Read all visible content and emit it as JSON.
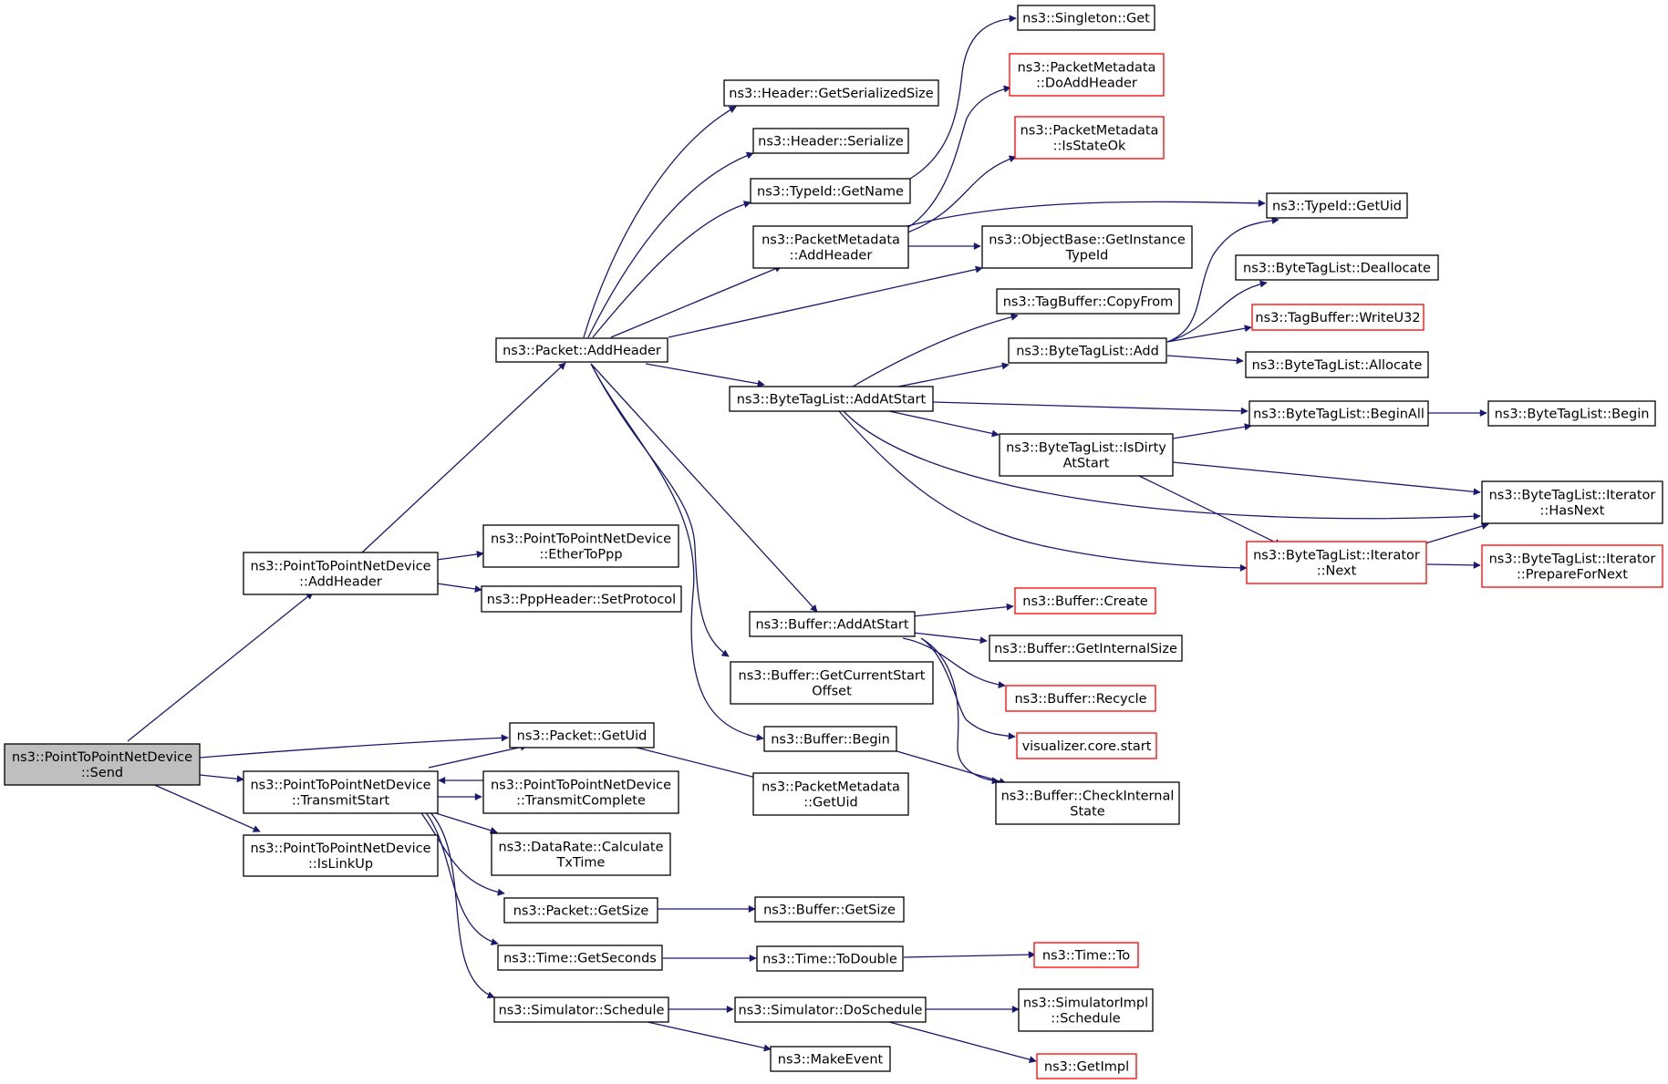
{
  "colors": {
    "edge": "#191970",
    "normal_border": "#000000",
    "truncated_border": "#ff0000",
    "root_fill": "#bfbfbf",
    "node_fill": "#ffffff"
  },
  "nodes": [
    {
      "id": "send",
      "lines": [
        "ns3::PointToPointNetDevice",
        "::Send"
      ],
      "style": "root"
    },
    {
      "id": "p2p_addheader",
      "lines": [
        "ns3::PointToPointNetDevice",
        "::AddHeader"
      ],
      "style": "normal"
    },
    {
      "id": "transmitstart",
      "lines": [
        "ns3::PointToPointNetDevice",
        "::TransmitStart"
      ],
      "style": "normal"
    },
    {
      "id": "islinkup",
      "lines": [
        "ns3::PointToPointNetDevice",
        "::IsLinkUp"
      ],
      "style": "normal"
    },
    {
      "id": "packet_addheader",
      "lines": [
        "ns3::Packet::AddHeader"
      ],
      "style": "normal"
    },
    {
      "id": "ethertoppp",
      "lines": [
        "ns3::PointToPointNetDevice",
        "::EtherToPpp"
      ],
      "style": "normal"
    },
    {
      "id": "setprotocol",
      "lines": [
        "ns3::PppHeader::SetProtocol"
      ],
      "style": "normal"
    },
    {
      "id": "packet_getuid",
      "lines": [
        "ns3::Packet::GetUid"
      ],
      "style": "normal"
    },
    {
      "id": "transmitcomplete",
      "lines": [
        "ns3::PointToPointNetDevice",
        "::TransmitComplete"
      ],
      "style": "normal"
    },
    {
      "id": "calculatetxtime",
      "lines": [
        "ns3::DataRate::Calculate",
        "TxTime"
      ],
      "style": "normal"
    },
    {
      "id": "packet_getsize",
      "lines": [
        "ns3::Packet::GetSize"
      ],
      "style": "normal"
    },
    {
      "id": "time_getseconds",
      "lines": [
        "ns3::Time::GetSeconds"
      ],
      "style": "normal"
    },
    {
      "id": "sim_schedule",
      "lines": [
        "ns3::Simulator::Schedule"
      ],
      "style": "normal"
    },
    {
      "id": "hdr_getserializedsize",
      "lines": [
        "ns3::Header::GetSerializedSize"
      ],
      "style": "normal"
    },
    {
      "id": "hdr_serialize",
      "lines": [
        "ns3::Header::Serialize"
      ],
      "style": "normal"
    },
    {
      "id": "typeid_getname",
      "lines": [
        "ns3::TypeId::GetName"
      ],
      "style": "normal"
    },
    {
      "id": "pm_addheader",
      "lines": [
        "ns3::PacketMetadata",
        "::AddHeader"
      ],
      "style": "normal"
    },
    {
      "id": "btl_addatstart",
      "lines": [
        "ns3::ByteTagList::AddAtStart"
      ],
      "style": "normal"
    },
    {
      "id": "buf_addatstart",
      "lines": [
        "ns3::Buffer::AddAtStart"
      ],
      "style": "normal"
    },
    {
      "id": "buf_getcurrentstartoffset",
      "lines": [
        "ns3::Buffer::GetCurrentStart",
        "Offset"
      ],
      "style": "normal"
    },
    {
      "id": "buf_begin",
      "lines": [
        "ns3::Buffer::Begin"
      ],
      "style": "normal"
    },
    {
      "id": "pm_getuid",
      "lines": [
        "ns3::PacketMetadata",
        "::GetUid"
      ],
      "style": "normal"
    },
    {
      "id": "buf_getsize",
      "lines": [
        "ns3::Buffer::GetSize"
      ],
      "style": "normal"
    },
    {
      "id": "time_todouble",
      "lines": [
        "ns3::Time::ToDouble"
      ],
      "style": "normal"
    },
    {
      "id": "sim_doschedule",
      "lines": [
        "ns3::Simulator::DoSchedule"
      ],
      "style": "normal"
    },
    {
      "id": "makeevent",
      "lines": [
        "ns3::MakeEvent"
      ],
      "style": "normal"
    },
    {
      "id": "singleton_get",
      "lines": [
        "ns3::Singleton::Get"
      ],
      "style": "normal"
    },
    {
      "id": "pm_doaddheader",
      "lines": [
        "ns3::PacketMetadata",
        "::DoAddHeader"
      ],
      "style": "truncated"
    },
    {
      "id": "pm_isstateok",
      "lines": [
        "ns3::PacketMetadata",
        "::IsStateOk"
      ],
      "style": "truncated"
    },
    {
      "id": "objectbase_getinstancetypeid",
      "lines": [
        "ns3::ObjectBase::GetInstance",
        "TypeId"
      ],
      "style": "normal"
    },
    {
      "id": "tagbuffer_copyfrom",
      "lines": [
        "ns3::TagBuffer::CopyFrom"
      ],
      "style": "normal"
    },
    {
      "id": "btl_add",
      "lines": [
        "ns3::ByteTagList::Add"
      ],
      "style": "normal"
    },
    {
      "id": "btl_isdirtyatstart",
      "lines": [
        "ns3::ByteTagList::IsDirty",
        "AtStart"
      ],
      "style": "normal"
    },
    {
      "id": "buf_create",
      "lines": [
        "ns3::Buffer::Create"
      ],
      "style": "truncated"
    },
    {
      "id": "buf_getinternalsize",
      "lines": [
        "ns3::Buffer::GetInternalSize"
      ],
      "style": "normal"
    },
    {
      "id": "buf_recycle",
      "lines": [
        "ns3::Buffer::Recycle"
      ],
      "style": "truncated"
    },
    {
      "id": "visualizer_start",
      "lines": [
        "visualizer.core.start"
      ],
      "style": "truncated"
    },
    {
      "id": "buf_checkinternalstate",
      "lines": [
        "ns3::Buffer::CheckInternal",
        "State"
      ],
      "style": "normal"
    },
    {
      "id": "time_to",
      "lines": [
        "ns3::Time::To"
      ],
      "style": "truncated"
    },
    {
      "id": "simimpl_schedule",
      "lines": [
        "ns3::SimulatorImpl",
        "::Schedule"
      ],
      "style": "normal"
    },
    {
      "id": "getimpl",
      "lines": [
        "ns3::GetImpl"
      ],
      "style": "truncated"
    },
    {
      "id": "typeid_getuid",
      "lines": [
        "ns3::TypeId::GetUid"
      ],
      "style": "normal"
    },
    {
      "id": "btl_deallocate",
      "lines": [
        "ns3::ByteTagList::Deallocate"
      ],
      "style": "normal"
    },
    {
      "id": "tagbuffer_writeu32",
      "lines": [
        "ns3::TagBuffer::WriteU32"
      ],
      "style": "truncated"
    },
    {
      "id": "btl_allocate",
      "lines": [
        "ns3::ByteTagList::Allocate"
      ],
      "style": "normal"
    },
    {
      "id": "btl_beginall",
      "lines": [
        "ns3::ByteTagList::BeginAll"
      ],
      "style": "normal"
    },
    {
      "id": "btl_iter_next",
      "lines": [
        "ns3::ByteTagList::Iterator",
        "::Next"
      ],
      "style": "truncated"
    },
    {
      "id": "btl_begin",
      "lines": [
        "ns3::ByteTagList::Begin"
      ],
      "style": "normal"
    },
    {
      "id": "btl_iter_hasnext",
      "lines": [
        "ns3::ByteTagList::Iterator",
        "::HasNext"
      ],
      "style": "normal"
    },
    {
      "id": "btl_iter_preparefornext",
      "lines": [
        "ns3::ByteTagList::Iterator",
        "::PrepareForNext"
      ],
      "style": "truncated"
    }
  ]
}
